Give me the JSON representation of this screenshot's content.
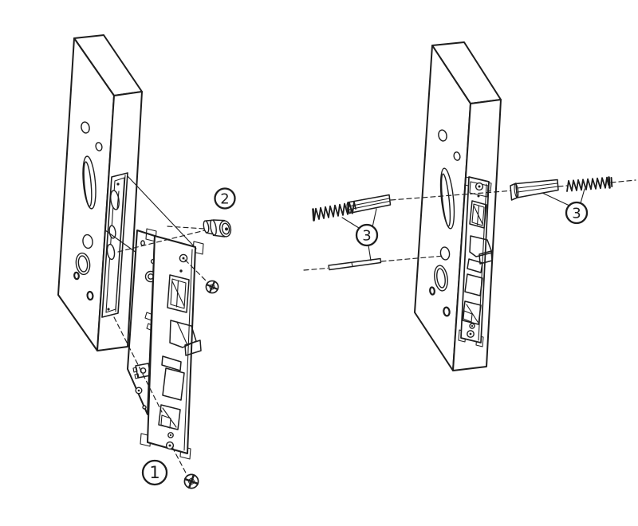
{
  "figure": {
    "background": "#ffffff",
    "line_color": "#1d1d1d"
  },
  "callouts": {
    "one": {
      "label": "1"
    },
    "two": {
      "label": "2"
    },
    "three_left": {
      "label": "3"
    },
    "three_right": {
      "label": "3"
    }
  }
}
